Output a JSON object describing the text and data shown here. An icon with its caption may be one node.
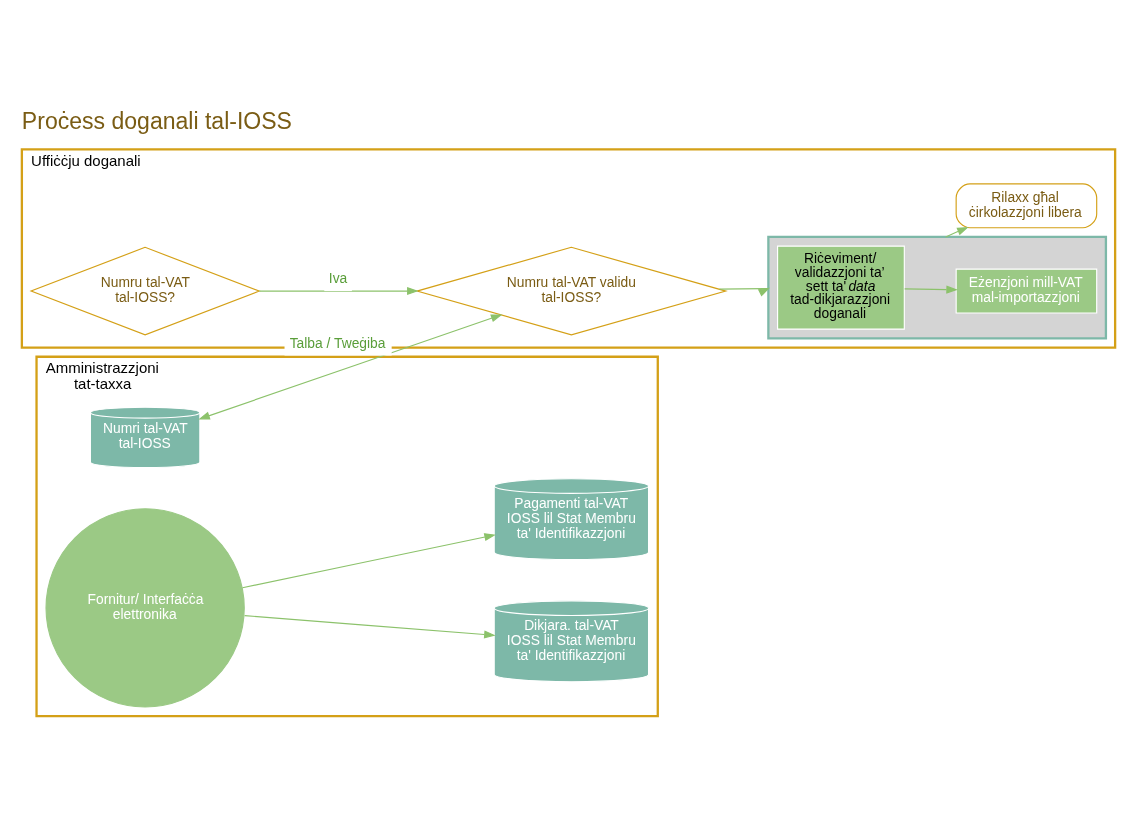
{
  "diagram": {
    "title": "Proċess doganali tal-IOSS",
    "nodes": [
      {
        "text": [
          "Uffiċċju doganali"
        ]
      },
      {
        "text": [
          "Numru tal-VAT tal-IOSS?"
        ],
        "in": 0
      },
      {
        "text": [
          "Numru tal-VAT validu tal-IOSS?"
        ],
        "in": 0
      },
      {
        "text": [],
        "shape": "box",
        "in": 0
      },
      {
        "text": [
          "Riċeviment/ validazzjoni ta’ sett ta' *data* tad-dikjarazzjoni doganali"
        ],
        "in": 3
      },
      {
        "text": [
          "Eżenzjoni mill-VAT mal-importazzjoni"
        ],
        "in": 3
      },
      {
        "text": [
          "Rilaxx għal ċirkolazzjoni libera"
        ],
        "in": 0
      },
      {
        "text": [
          "Amministrazzjoni tat-taxxa"
        ]
      },
      {
        "text": [
          "Numri tal-VAT tal-IOSS"
        ],
        "in": 7
      },
      {
        "text": [
          "Fornitur/ Interfaċċa elettronika"
        ],
        "in": 7
      },
      {
        "text": [
          "Dikjara. tal-VAT IOSS lil Stat Membru ta' Identifikazzjoni"
        ],
        "in": 7
      },
      {
        "text": [
          "Pagamenti tal-VAT IOSS lil Stat Membru ta' Identifikazzjoni"
        ],
        "in": 7
      }
    ],
    "edges": [
      {
        "from": 1,
        "to": 2,
        "arrow": "to",
        "label": "Iva"
      },
      {
        "from": 2,
        "to": 3,
        "arrow": "to"
      },
      {
        "from": 4,
        "to": 5,
        "arrow": "to"
      },
      {
        "from": 3,
        "to": 6,
        "arrow": "to"
      },
      {
        "from": 8,
        "to": 2,
        "arrow": "both",
        "label": "Talba / Tweġiba"
      },
      {
        "from": 9,
        "to": 10,
        "arrow": "to"
      },
      {
        "from": 9,
        "to": 11,
        "arrow": "to"
      }
    ]
  }
}
